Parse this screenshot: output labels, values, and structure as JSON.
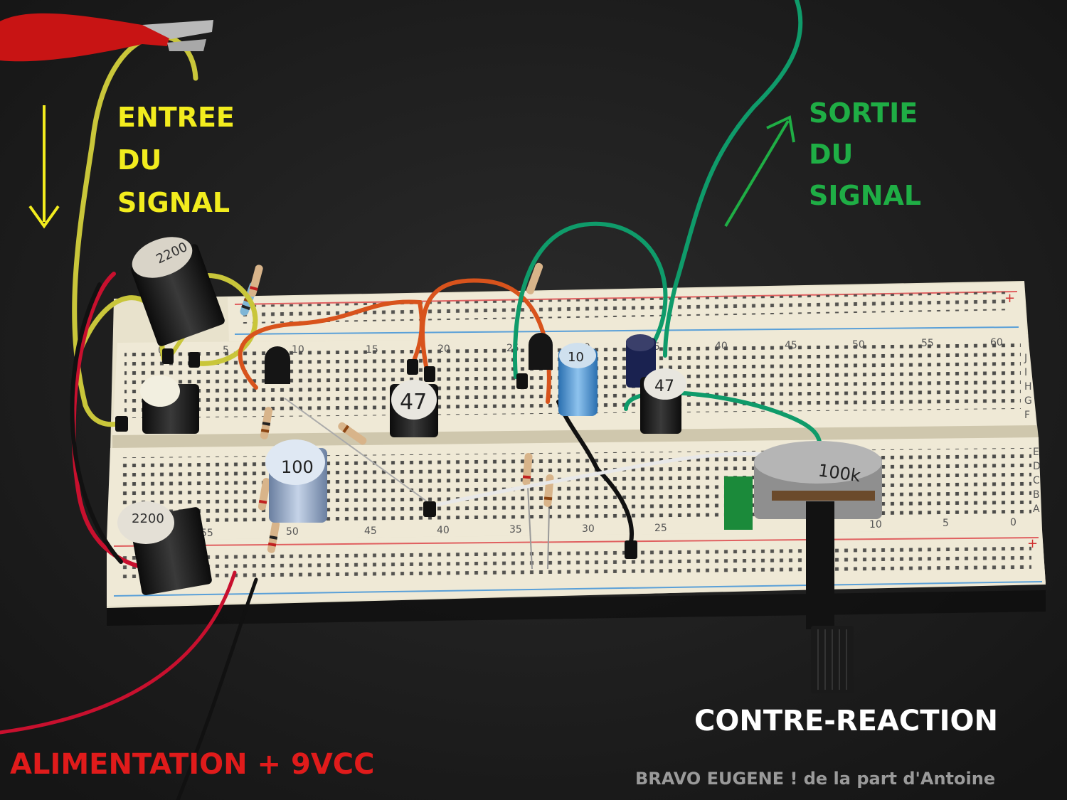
{
  "labels": {
    "input": [
      "ENTREE",
      "DU",
      "SIGNAL"
    ],
    "output": [
      "SORTIE",
      "DU",
      "SIGNAL"
    ],
    "feedback": "CONTRE-REACTION",
    "power": "ALIMENTATION + 9VCC",
    "credit": "BRAVO EUGENE ! de la part d'Antoine"
  },
  "breadboard": {
    "column_numbers_top": [
      "0",
      "5",
      "10",
      "15",
      "20",
      "25",
      "30",
      "35",
      "40",
      "45",
      "50",
      "55",
      "60"
    ],
    "column_numbers_bottom": [
      "55",
      "50",
      "45",
      "40",
      "35",
      "30",
      "25",
      "10",
      "5",
      "0"
    ],
    "row_letters_top": [
      "J",
      "I",
      "H",
      "G",
      "F"
    ],
    "row_letters_bottom": [
      "E",
      "D",
      "C",
      "B",
      "A"
    ],
    "rail_sign": "+"
  },
  "components": {
    "cap_2200_top": "2200",
    "cap_2200_bottom": "2200",
    "cap_47_left": "47",
    "cap_47_right": "47",
    "cap_100": "100",
    "cap_10": "10",
    "pot_value": "100k"
  },
  "colors": {
    "input_label": "#f2ec1e",
    "output_label": "#1fae45",
    "feedback_label": "#ffffff",
    "power_label": "#e01b1b",
    "credit_label": "#9a9a9a",
    "breadboard": "#efe9d6",
    "wire_yellow": "#c9c63a",
    "wire_green": "#0f9b6a",
    "wire_orange": "#d8531c",
    "wire_red": "#c8102e",
    "wire_black": "#111111",
    "wire_white": "#e8e8e8"
  }
}
